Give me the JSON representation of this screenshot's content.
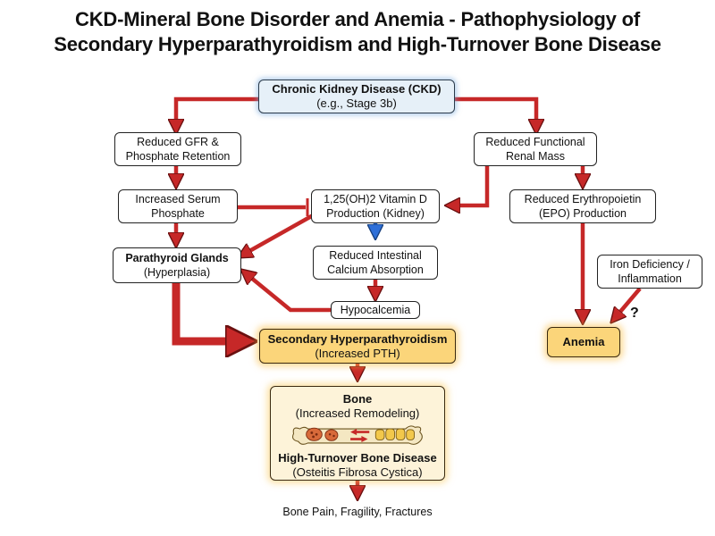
{
  "title": {
    "line1": "CKD-Mineral Bone Disorder and Anemia - Pathophysiology of",
    "line2": "Secondary Hyperparathyroidism and High-Turnover Bone Disease"
  },
  "nodes": {
    "ckd": {
      "l1": "Chronic Kidney Disease (CKD)",
      "l2": "(e.g., Stage 3b)"
    },
    "gfr": {
      "l1": "Reduced GFR &",
      "l2": "Phosphate Retention"
    },
    "renal_mass": {
      "l1": "Reduced Functional",
      "l2": "Renal Mass"
    },
    "serum_phosphate": {
      "l1": "Increased Serum",
      "l2": "Phosphate"
    },
    "vitd": {
      "l1": "1,25(OH)2 Vitamin D",
      "l2": "Production (Kidney)"
    },
    "epo": {
      "l1": "Reduced Erythropoietin",
      "l2": "(EPO) Production"
    },
    "parathyroid": {
      "l1": "Parathyroid Glands",
      "l2": "(Hyperplasia)"
    },
    "calcium_abs": {
      "l1": "Reduced Intestinal",
      "l2": "Calcium Absorption"
    },
    "iron": {
      "l1": "Iron Deficiency /",
      "l2": "Inflammation"
    },
    "hypocalcemia": {
      "l1": "Hypocalcemia"
    },
    "shpt": {
      "l1": "Secondary Hyperparathyroidism",
      "l2": "(Increased PTH)"
    },
    "anemia": {
      "l1": "Anemia"
    },
    "bone": {
      "l1": "Bone",
      "l2": "(Increased Remodeling)",
      "l3": "High-Turnover Bone Disease",
      "l4": "(Osteitis Fibrosa Cystica)"
    },
    "outcome": {
      "l1": "Bone Pain, Fragility, Fractures"
    }
  },
  "question_mark": "?",
  "colors": {
    "arrow_red": "#c62828",
    "arrow_blue": "#2e6fd8",
    "gold": "#fbd57a",
    "ckd_blue": "#e6f0f8"
  }
}
